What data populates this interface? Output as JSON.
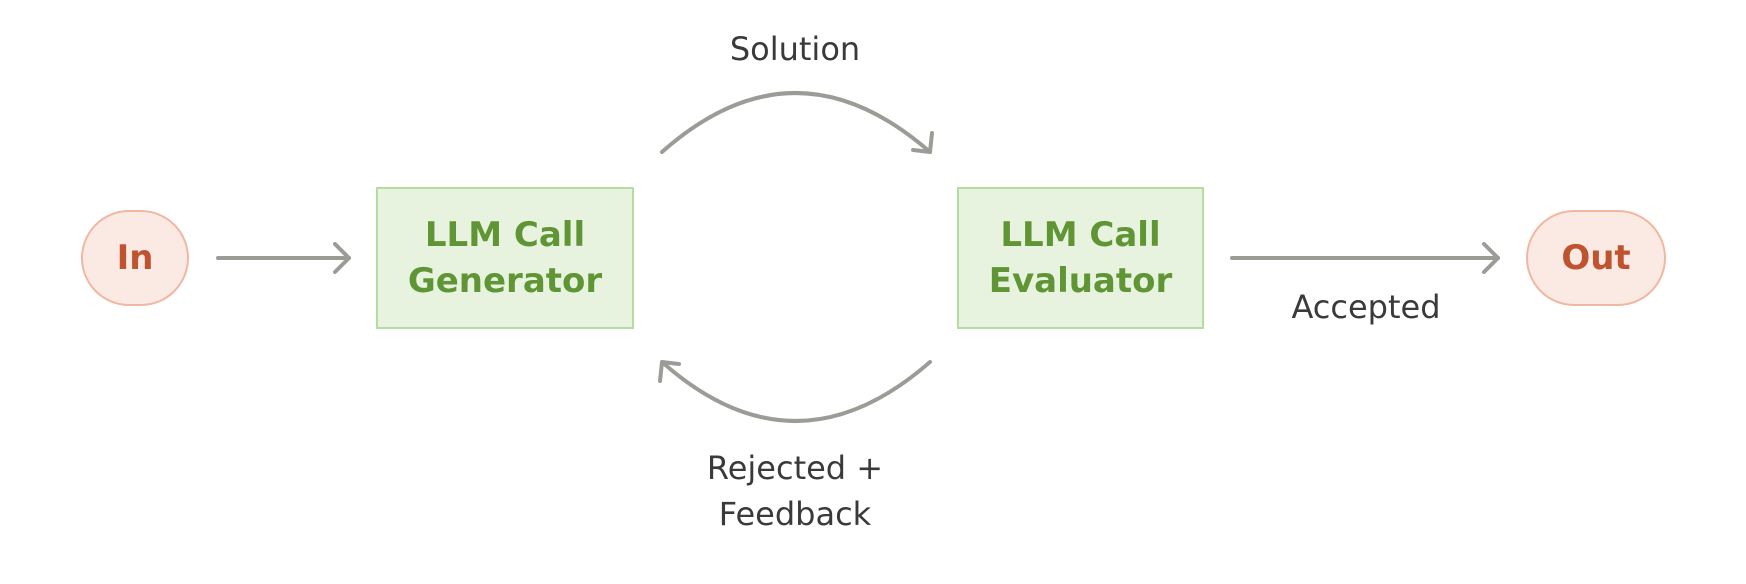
{
  "nodes": {
    "input": {
      "label": "In"
    },
    "generator": {
      "line1": "LLM Call",
      "line2": "Generator"
    },
    "evaluator": {
      "line1": "LLM Call",
      "line2": "Evaluator"
    },
    "output": {
      "label": "Out"
    }
  },
  "edges": {
    "solution": {
      "label": "Solution"
    },
    "feedback": {
      "line1": "Rejected +",
      "line2": "Feedback"
    },
    "accepted": {
      "label": "Accepted"
    }
  },
  "colors": {
    "terminal_fill": "#fbeae3",
    "terminal_border": "#f0b8a3",
    "terminal_text": "#c0532f",
    "box_fill": "#e8f3df",
    "box_border": "#b6dba3",
    "box_text": "#5f9535",
    "arrow": "#9c9c97",
    "label_text": "#3a3a3a"
  }
}
